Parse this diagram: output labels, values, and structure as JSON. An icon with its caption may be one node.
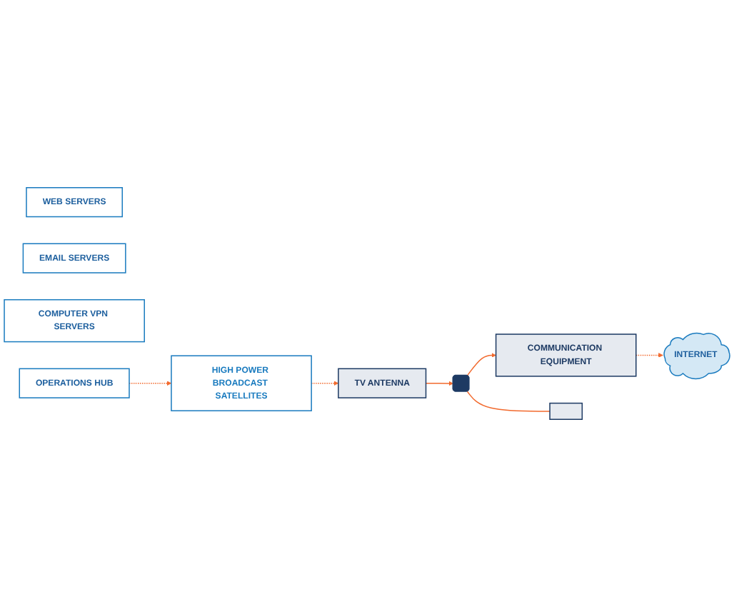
{
  "diagram": {
    "nodes": [
      {
        "text": [
          "HIGH POWER BROADCAST SATELLITES"
        ]
      },
      {
        "text": [
          "TV ANTENNA"
        ]
      },
      {
        "text": [
          "COMMUNICATION EQUIPMENT"
        ]
      },
      {
        "text": [],
        "shape": "box"
      },
      {
        "text": [],
        "shape": "computer"
      },
      {
        "text": [
          "INTERNET"
        ]
      },
      {
        "text": [
          "WEB SERVERS"
        ]
      },
      {
        "text": [
          "EMAIL SERVERS"
        ]
      },
      {
        "text": [
          "COMPUTER VPN SERVERS"
        ]
      },
      {
        "text": [
          "OPERATIONS HUB"
        ]
      }
    ],
    "edges": [
      {
        "from": 0,
        "to": 1,
        "arrow": "to",
        "style": "dashed"
      },
      {
        "from": 1,
        "to": 3,
        "arrow": "to"
      },
      {
        "from": 3,
        "to": 2,
        "arrow": "to"
      },
      {
        "from": 3,
        "to": 4,
        "arrow": "none"
      },
      {
        "from": 2,
        "to": 5,
        "arrow": "to",
        "style": "dashed"
      },
      {
        "from": 9,
        "to": 0,
        "arrow": "to",
        "style": "dashed"
      }
    ]
  }
}
